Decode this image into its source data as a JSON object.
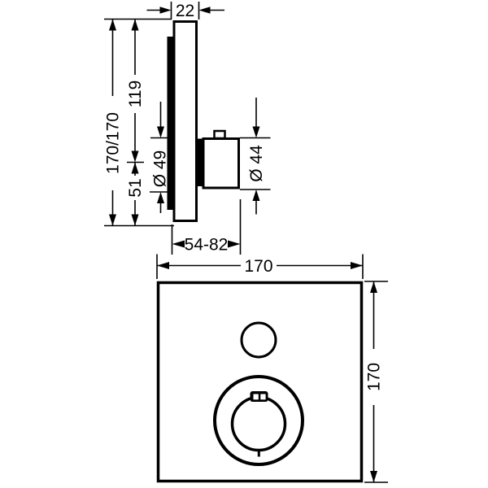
{
  "page": {
    "background": "#ffffff",
    "line_color": "#000000"
  },
  "side_view": {
    "plate_thickness": "22",
    "overall_height": "170/170",
    "top_to_handle_center": "119",
    "handle_center_to_bottom": "51",
    "sleeve_diameter": "Ø 49",
    "handle_diameter": "Ø 44",
    "installation_depth_range": "54-82"
  },
  "front_view": {
    "plate_width": "170",
    "plate_height": "170"
  }
}
